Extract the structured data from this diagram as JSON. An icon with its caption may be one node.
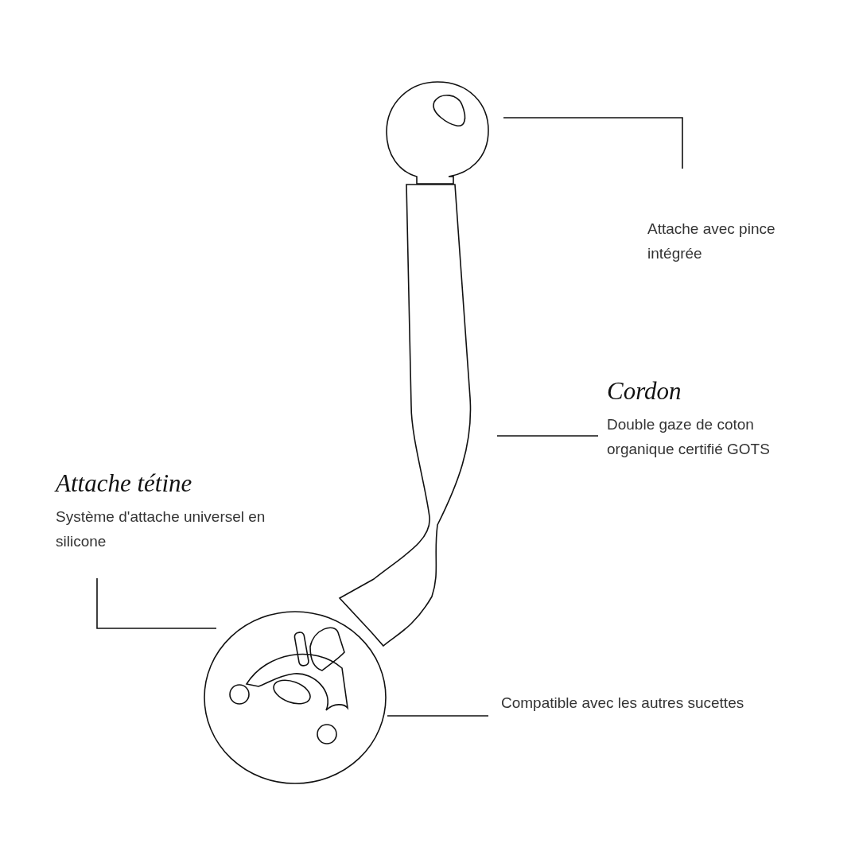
{
  "diagram": {
    "nodes": [
      {
        "text": [
          "Attache avec pince intégrée"
        ]
      },
      {
        "text": [
          "Cordon",
          "Double gaze de coton organique certifié GOTS"
        ]
      },
      {
        "text": [
          "Attache tétine",
          "Système d'attache universel en silicone"
        ]
      },
      {
        "text": [
          "Compatible avec les autres sucettes"
        ]
      },
      {
        "text": [],
        "shape": "circle"
      },
      {
        "text": [],
        "shape": "picture"
      },
      {
        "text": [],
        "shape": "circle"
      }
    ],
    "edges": [
      {
        "from": 0,
        "to": 4,
        "arrow": "none"
      },
      {
        "from": 1,
        "to": 5,
        "arrow": "none"
      },
      {
        "from": 2,
        "to": 6,
        "arrow": "none"
      },
      {
        "from": 3,
        "to": 6,
        "arrow": "none"
      }
    ]
  }
}
